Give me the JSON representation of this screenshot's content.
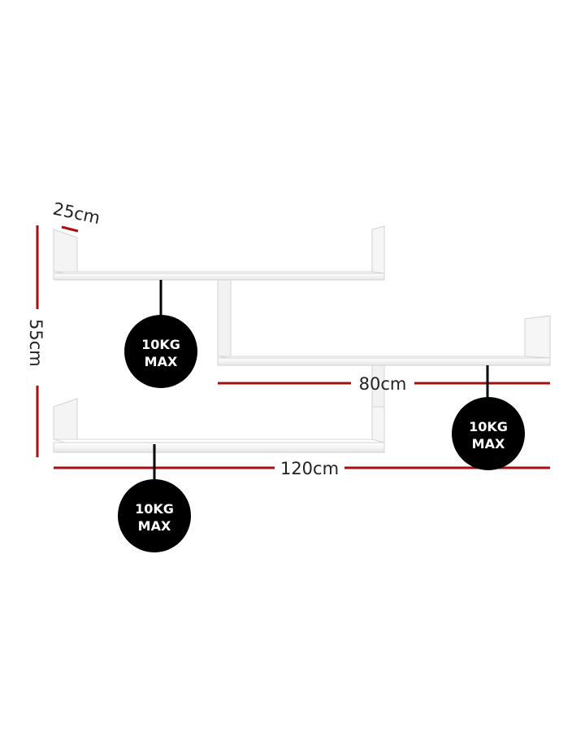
{
  "dimensions": {
    "depth": "25cm",
    "height": "55cm",
    "width_mid": "80cm",
    "width_total": "120cm"
  },
  "weight_badges": [
    {
      "line1": "10KG",
      "line2": "MAX"
    },
    {
      "line1": "10KG",
      "line2": "MAX"
    },
    {
      "line1": "10KG",
      "line2": "MAX"
    }
  ],
  "colors": {
    "dimension_line": "#a50f12",
    "badge": "#000000",
    "shelf": "#ffffff",
    "shelf_shadow": "#dcdcdc"
  }
}
